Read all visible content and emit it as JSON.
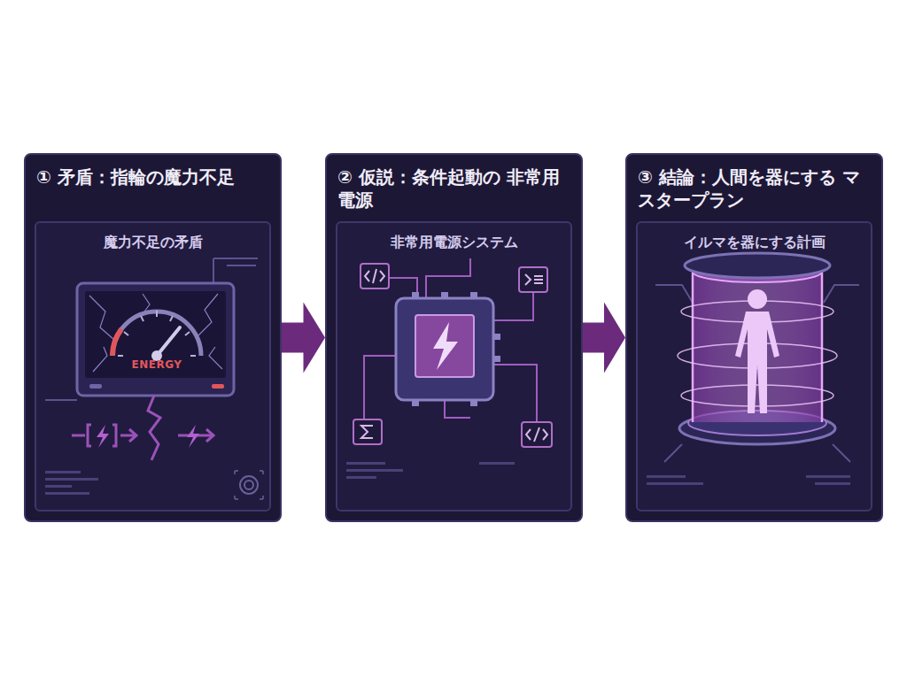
{
  "diagram": {
    "nodes": [
      {
        "text": [
          "① 矛盾：指輪の魔力不足"
        ]
      },
      {
        "text": [
          "魔力不足の矛盾"
        ],
        "in": 0
      },
      {
        "text": [
          "② 仮説：条件起動の 非常用電源"
        ]
      },
      {
        "text": [
          "非常用電源システム"
        ],
        "in": 2
      },
      {
        "text": [
          "③ 結論：人間を器にする マスタープラン"
        ]
      },
      {
        "text": [
          "イルマを器にする計画"
        ],
        "in": 4
      }
    ],
    "edges": [
      {
        "from": 0,
        "to": 2,
        "arrow": "to"
      },
      {
        "from": 2,
        "to": 4,
        "arrow": "to"
      }
    ],
    "labels": [
      "ENERGY"
    ]
  }
}
